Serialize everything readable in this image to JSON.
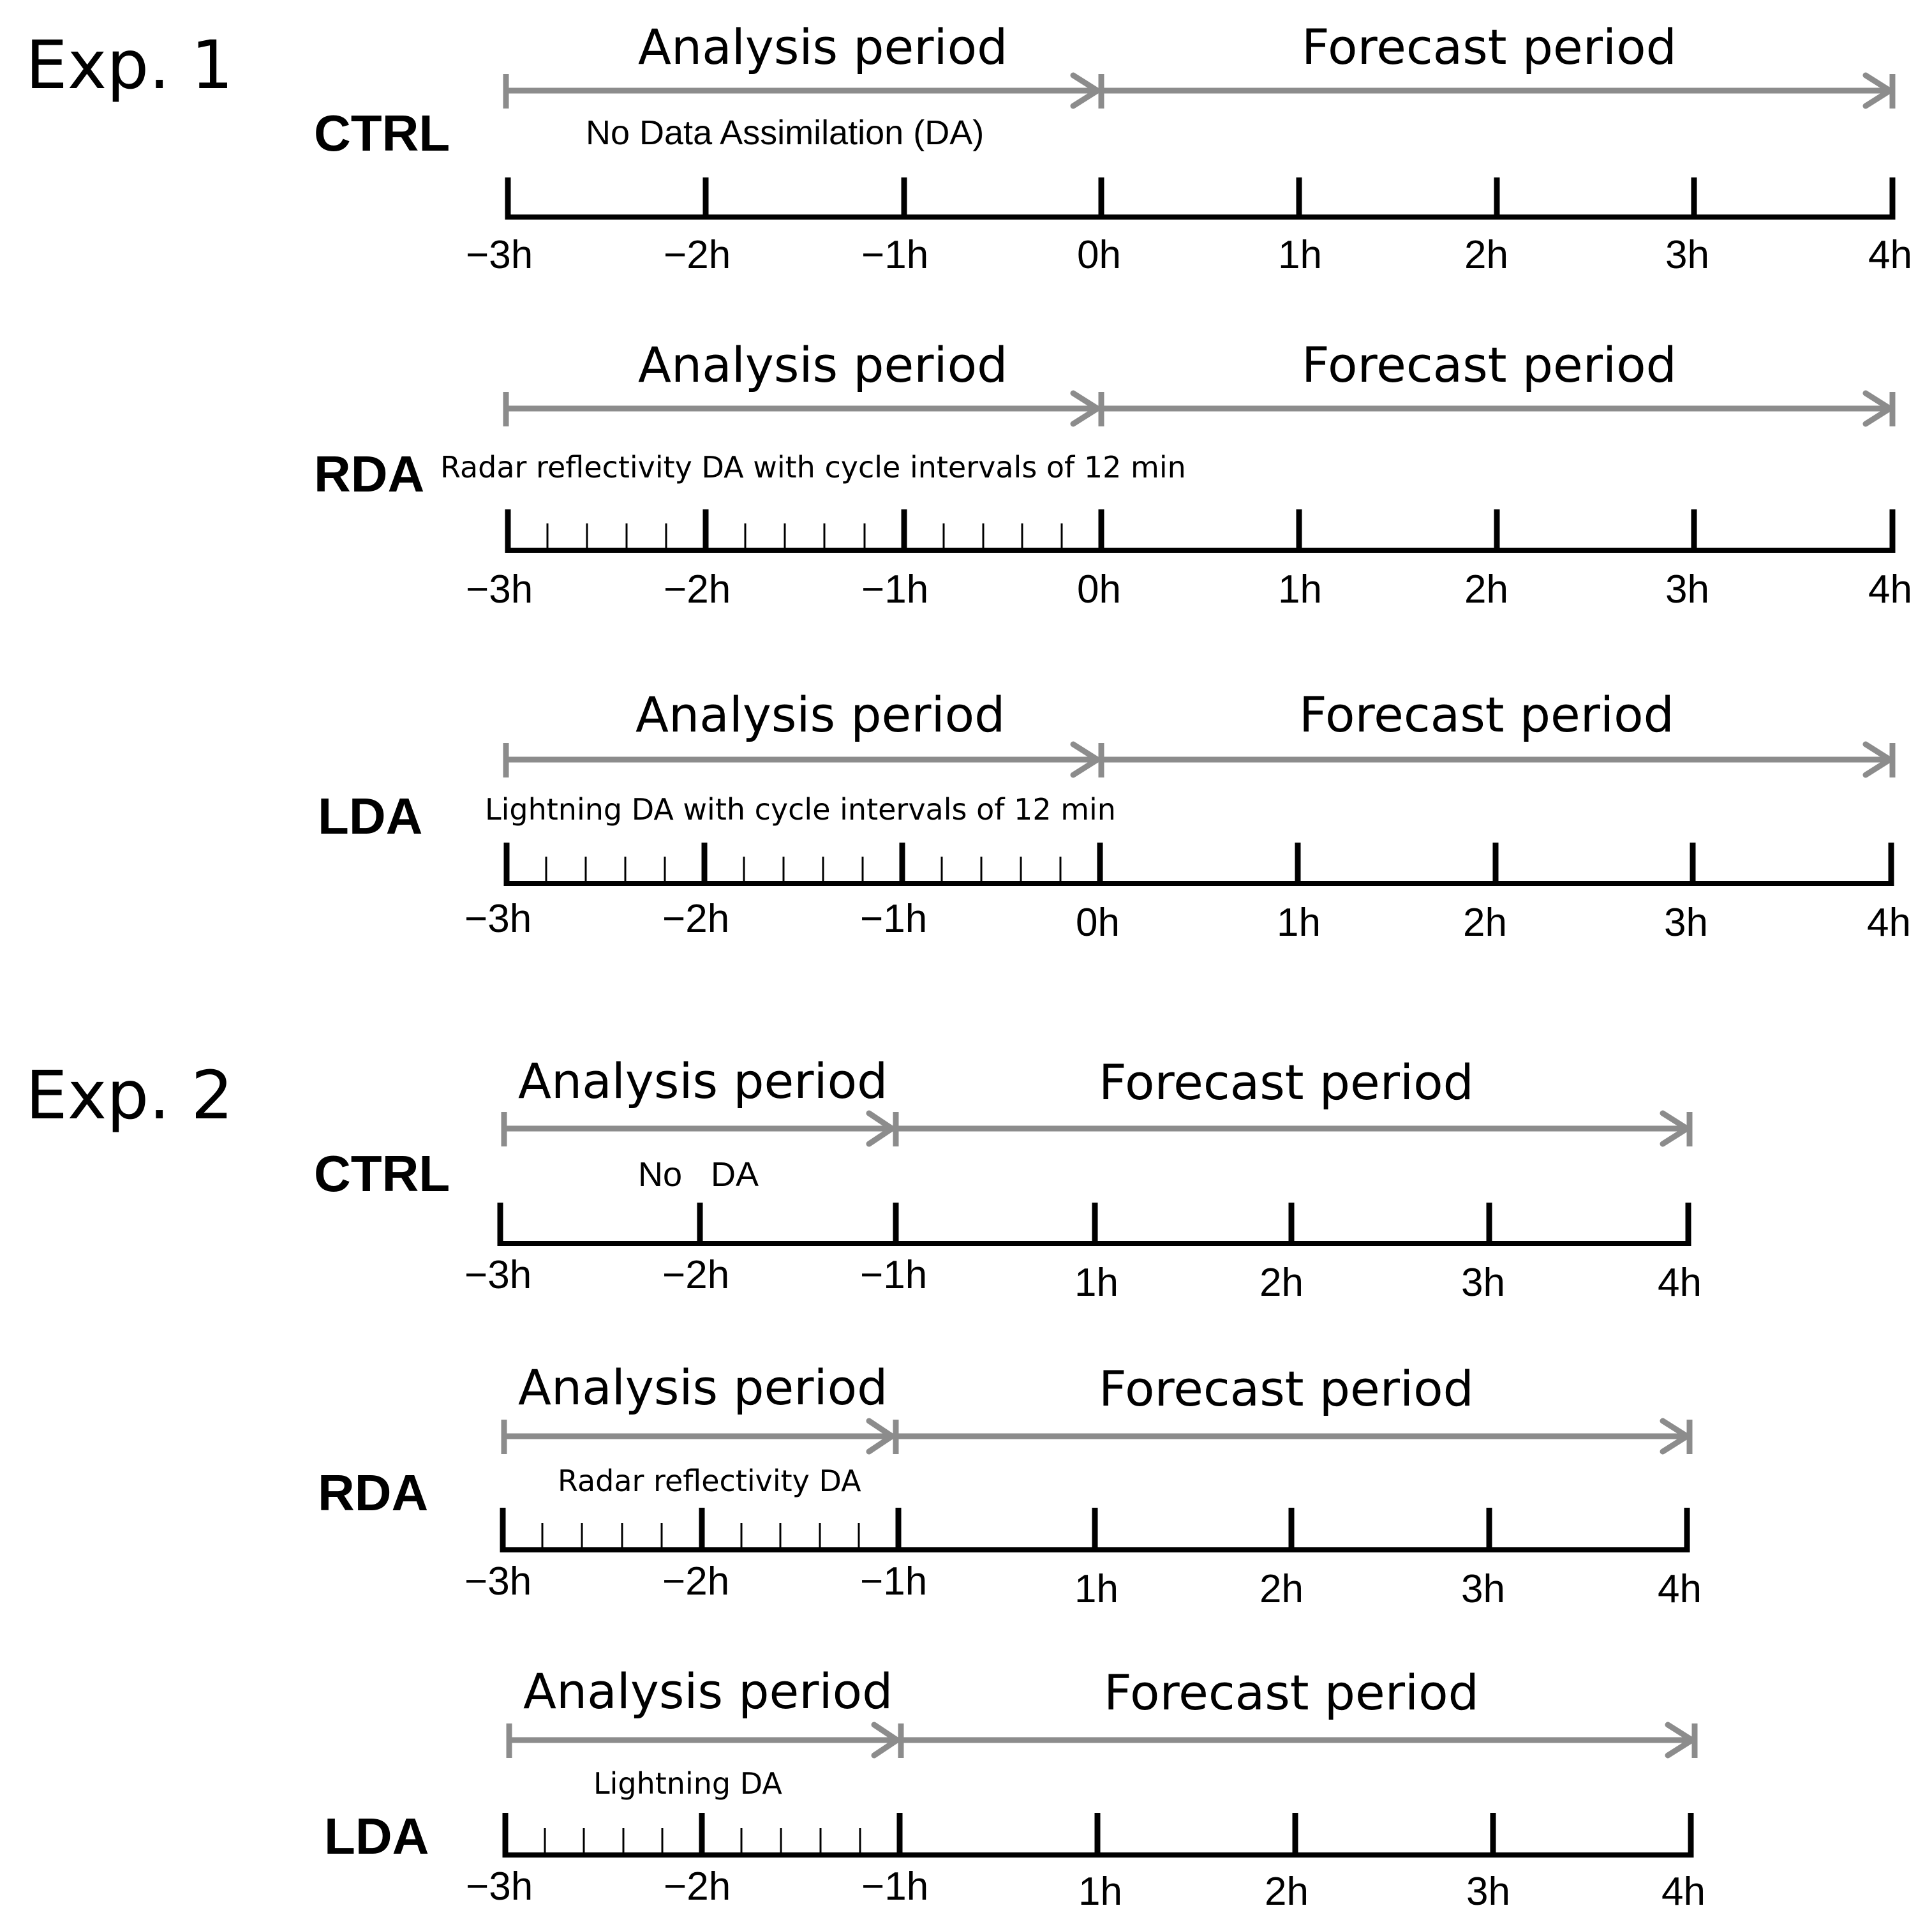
{
  "experiments": [
    {
      "title": "Exp. 1",
      "rows": [
        {
          "label": "CTRL",
          "analysis_label": "Analysis period",
          "forecast_label": "Forecast period",
          "description": "No Data Assimilation (DA)",
          "ticks": [
            "−3h",
            "−2h",
            "−1h",
            "0h",
            "1h",
            "2h",
            "3h",
            "4h"
          ],
          "da_interval_minutes": null
        },
        {
          "label": "RDA",
          "analysis_label": "Analysis period",
          "forecast_label": "Forecast period",
          "description": "Radar reflectivity DA with cycle intervals of 12 min",
          "ticks": [
            "−3h",
            "−2h",
            "−1h",
            "0h",
            "1h",
            "2h",
            "3h",
            "4h"
          ],
          "da_interval_minutes": 12
        },
        {
          "label": "LDA",
          "analysis_label": "Analysis period",
          "forecast_label": "Forecast period",
          "description": "Lightning DA with cycle intervals of 12 min",
          "ticks": [
            "−3h",
            "−2h",
            "−1h",
            "0h",
            "1h",
            "2h",
            "3h",
            "4h"
          ],
          "da_interval_minutes": 12
        }
      ]
    },
    {
      "title": "Exp. 2",
      "rows": [
        {
          "label": "CTRL",
          "analysis_label": "Analysis period",
          "forecast_label": "Forecast period",
          "description": "No   DA",
          "ticks": [
            "−3h",
            "−2h",
            "−1h",
            "1h",
            "2h",
            "3h",
            "4h"
          ],
          "da_interval_minutes": null
        },
        {
          "label": "RDA",
          "analysis_label": "Analysis period",
          "forecast_label": "Forecast period",
          "description": "Radar reflectivity DA",
          "ticks": [
            "−3h",
            "−2h",
            "−1h",
            "1h",
            "2h",
            "3h",
            "4h"
          ],
          "da_interval_minutes": 12
        },
        {
          "label": "LDA",
          "analysis_label": "Analysis period",
          "forecast_label": "Forecast period",
          "description": "Lightning DA",
          "ticks": [
            "−3h",
            "−2h",
            "−1h",
            "1h",
            "2h",
            "3h",
            "4h"
          ],
          "da_interval_minutes": 12
        }
      ]
    }
  ],
  "colors": {
    "arrow": "#8c8c8c",
    "axis": "#000000",
    "background": "#ffffff"
  }
}
